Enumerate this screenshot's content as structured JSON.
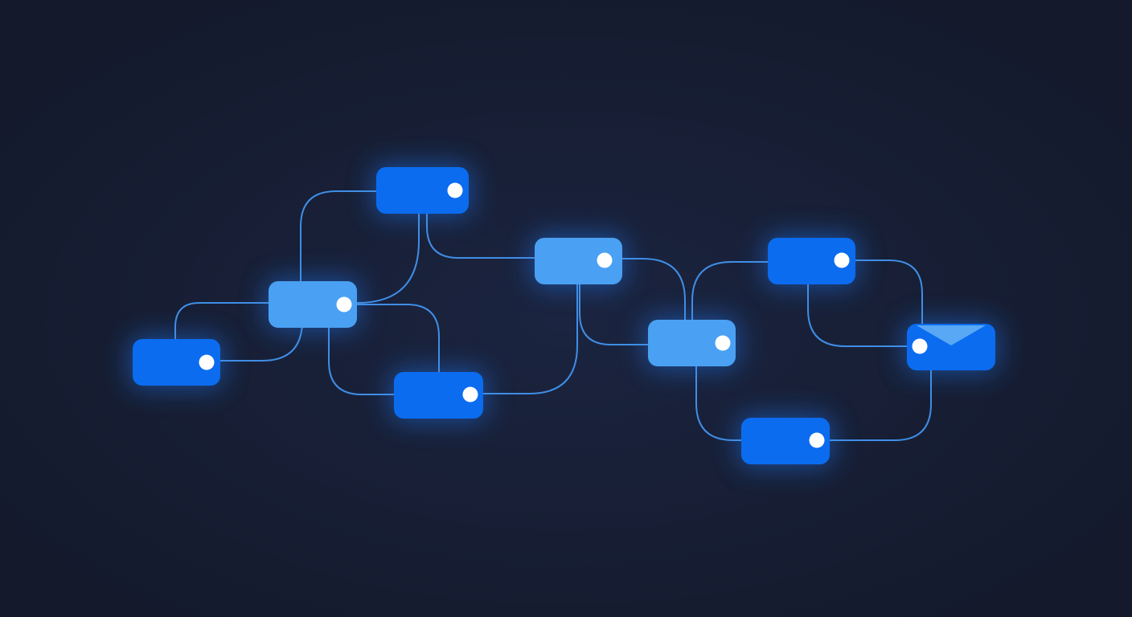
{
  "colors": {
    "background": "#141a2c",
    "background_glow": "#1b2440",
    "edge": "#3f8ee6",
    "node_primary": "#0b6cf0",
    "node_light": "#4aa0f2",
    "node_glow": "#1e6fe0",
    "port_dot": "#ffffff",
    "envelope_flap": "#58a8f5"
  },
  "diagram": {
    "nodes": [
      {
        "id": "n1",
        "variant": "primary",
        "icon": "port-dot"
      },
      {
        "id": "n2",
        "variant": "light",
        "icon": "port-dot"
      },
      {
        "id": "n3",
        "variant": "primary",
        "icon": "port-dot"
      },
      {
        "id": "n4",
        "variant": "primary",
        "icon": "port-dot"
      },
      {
        "id": "n5",
        "variant": "light",
        "icon": "port-dot"
      },
      {
        "id": "n6",
        "variant": "light",
        "icon": "port-dot"
      },
      {
        "id": "n7",
        "variant": "primary",
        "icon": "port-dot"
      },
      {
        "id": "n8",
        "variant": "primary",
        "icon": "envelope-icon"
      },
      {
        "id": "n9",
        "variant": "primary",
        "icon": "port-dot"
      }
    ],
    "edges": [
      {
        "from": "n1",
        "to": "n2"
      },
      {
        "from": "n1",
        "to": "n2"
      },
      {
        "from": "n2",
        "to": "n3"
      },
      {
        "from": "n2",
        "to": "n3"
      },
      {
        "from": "n2",
        "to": "n4"
      },
      {
        "from": "n2",
        "to": "n4"
      },
      {
        "from": "n3",
        "to": "n5"
      },
      {
        "from": "n4",
        "to": "n5"
      },
      {
        "from": "n5",
        "to": "n6"
      },
      {
        "from": "n5",
        "to": "n6"
      },
      {
        "from": "n6",
        "to": "n7"
      },
      {
        "from": "n6",
        "to": "n9"
      },
      {
        "from": "n7",
        "to": "n8"
      },
      {
        "from": "n7",
        "to": "n8"
      },
      {
        "from": "n9",
        "to": "n8"
      }
    ]
  }
}
